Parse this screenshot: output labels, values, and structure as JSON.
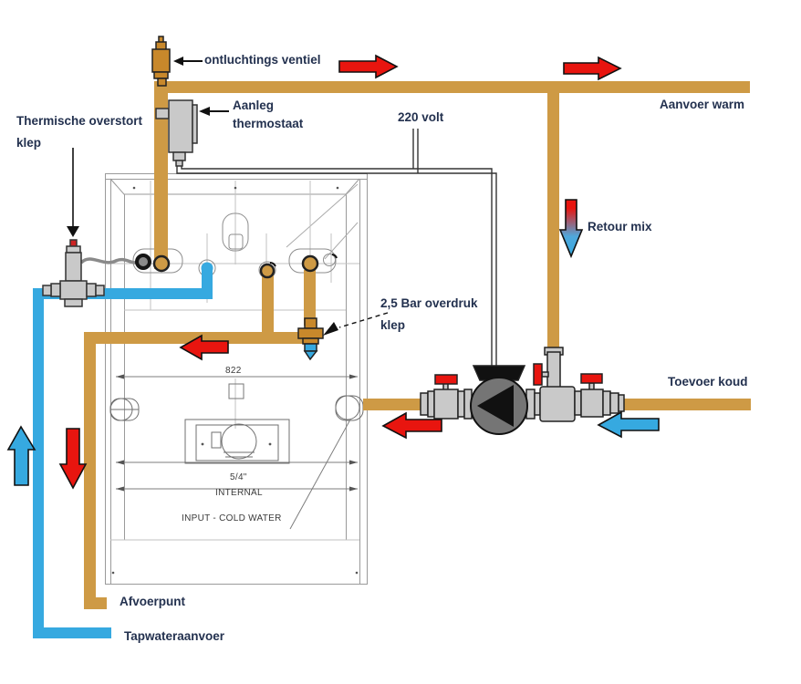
{
  "labels": {
    "vent_valve": "ontluchtings ventiel",
    "thermostat_line1": "Aanleg",
    "thermostat_line2": "thermostaat",
    "voltage": "220 volt",
    "supply_warm": "Aanvoer warm",
    "return_mix": "Retour mix",
    "thermal_relief_line1": "Thermische overstort",
    "thermal_relief_line2": "klep",
    "pressure_relief_line1": "2,5 Bar overdruk",
    "pressure_relief_line2": "klep",
    "supply_cold": "Toevoer koud",
    "drain_point": "Afvoerpunt",
    "tap_water": "Tapwateraanvoer"
  },
  "boiler_drawing": {
    "width_dimension": "822",
    "pipe_size": "5/4\"",
    "internal_label": "INTERNAL",
    "cold_input_label": "INPUT - COLD WATER"
  },
  "colors": {
    "pipe_warm": "#CE9A45",
    "pipe_cold": "#36A9E0",
    "arrow_red": "#E8150F",
    "arrow_blue": "#36A9E0",
    "component_gray": "#C9C9C9",
    "brass": "#C8882B",
    "label_text": "#23314F",
    "drawing_line": "#9A9A9A"
  }
}
